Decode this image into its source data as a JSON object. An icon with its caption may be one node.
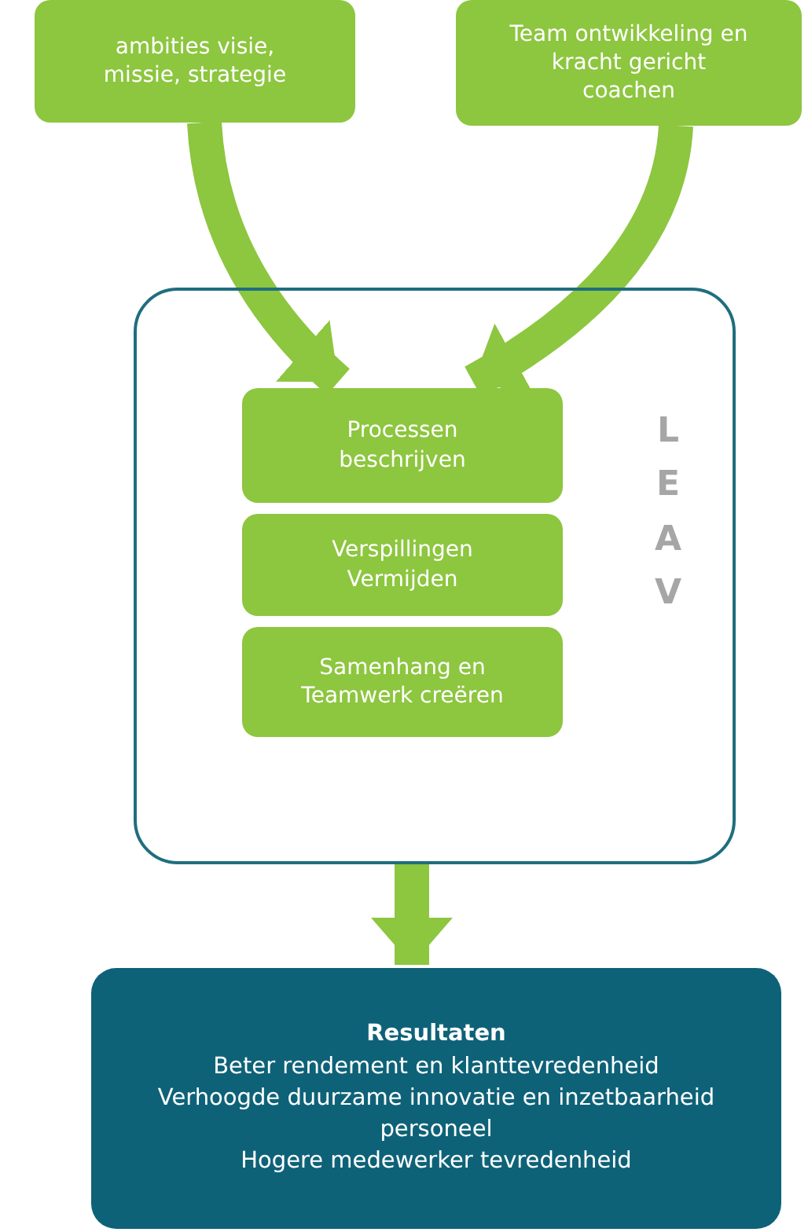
{
  "diagram": {
    "nodes": [
      {
        "text": [
          "ambities visie, missie, strategie"
        ]
      },
      {
        "text": [
          "Team ontwikkeling en kracht gericht coachen"
        ]
      },
      {
        "text": [],
        "shape": "box"
      },
      {
        "text": [
          "Processen beschrijven"
        ],
        "in": 2
      },
      {
        "text": [
          "Verspillingen Vermijden"
        ],
        "in": 2
      },
      {
        "text": [
          "Samenhang en Teamwerk creëren"
        ],
        "in": 2
      },
      {
        "text": [
          "Resultaten",
          "Beter rendement en klanttevredenheid",
          "Verhoogde duurzame innovatie en inzetbaarheid personeel",
          "Hogere medewerker tevredenheid"
        ]
      }
    ],
    "edges": [
      {
        "from": 0,
        "to": 3,
        "arrow": "to"
      },
      {
        "from": 1,
        "to": 3,
        "arrow": "to"
      },
      {
        "from": 2,
        "to": 6,
        "arrow": "to"
      }
    ],
    "labels": [
      "L",
      "E",
      "A",
      "V"
    ]
  }
}
